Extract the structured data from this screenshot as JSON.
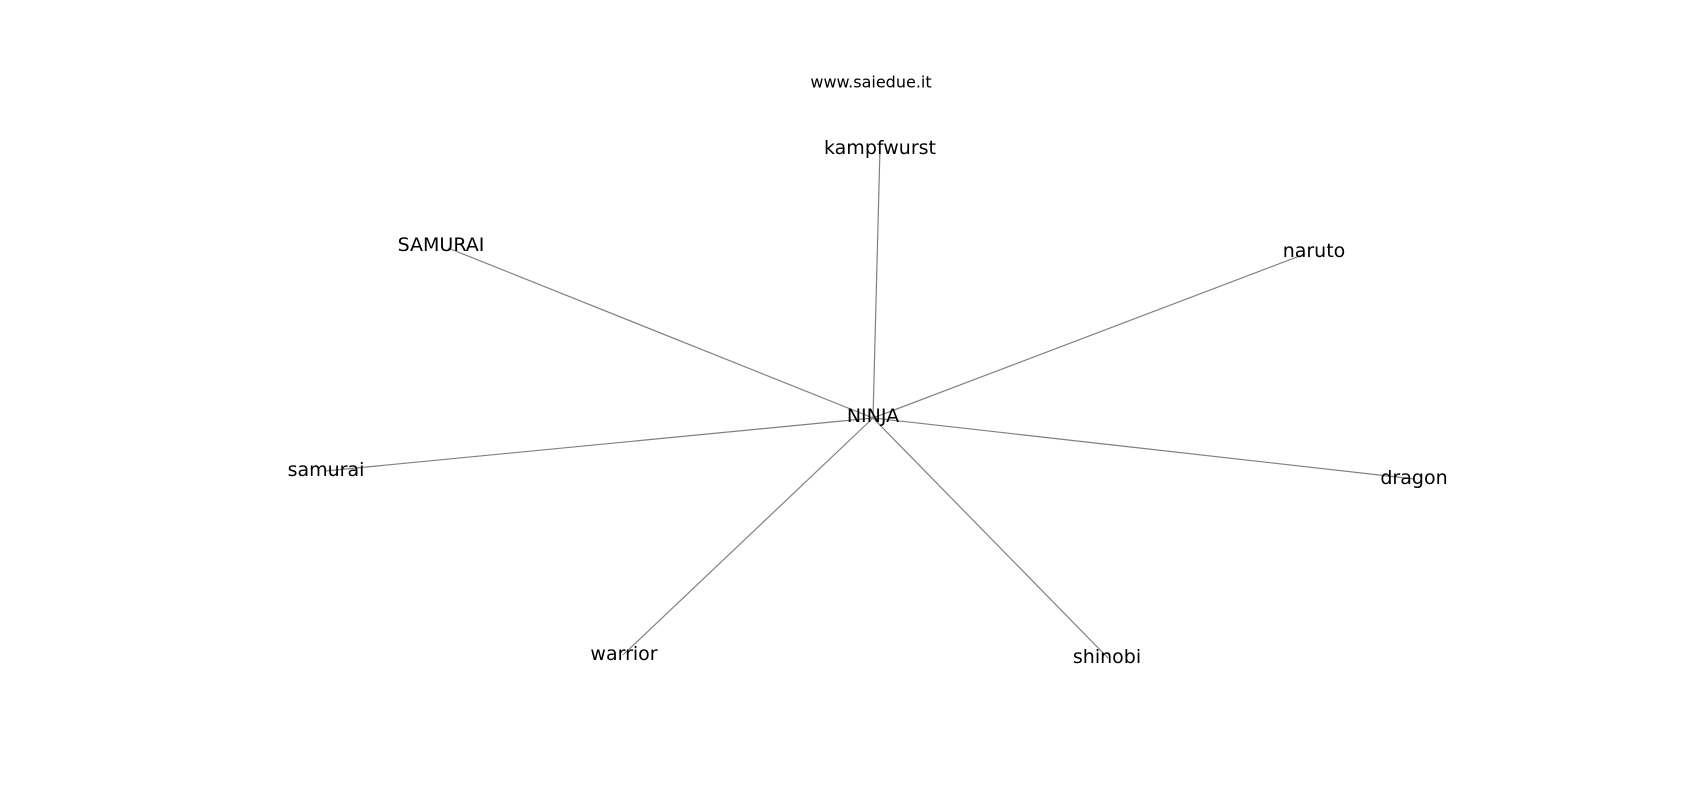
{
  "site": "www.saiedue.it",
  "center": "NINJA",
  "nodes": [
    "kampfwurst",
    "SAMURAI",
    "naruto",
    "samurai",
    "dragon",
    "warrior",
    "shinobi"
  ]
}
